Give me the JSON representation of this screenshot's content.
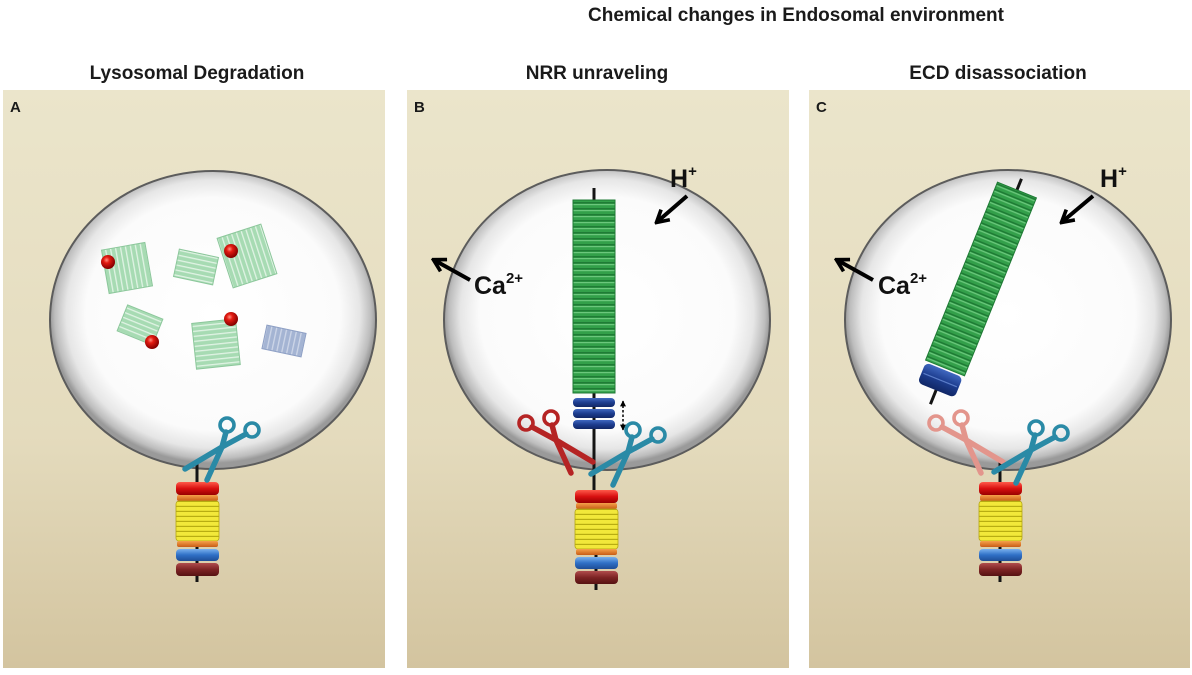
{
  "title": "Chemical changes in Endosomal environment",
  "panels": [
    {
      "letter": "A",
      "title": "Lysosomal Degradation"
    },
    {
      "letter": "B",
      "title": "NRR unraveling"
    },
    {
      "letter": "C",
      "title": "ECD disassociation"
    }
  ],
  "ions": {
    "proton": {
      "base": "H",
      "sup": "+"
    },
    "calcium": {
      "base": "Ca",
      "sup": "2+"
    }
  },
  "colors": {
    "panel_background": "#e8e1c5",
    "green_block": "#33a04a",
    "dark_blue_block": "#1d3d8f",
    "red_ball": "#e41b12",
    "scissors_teal": "#2a8aa6",
    "scissors_red": "#b52424",
    "scissors_pink": "#e3958c"
  }
}
